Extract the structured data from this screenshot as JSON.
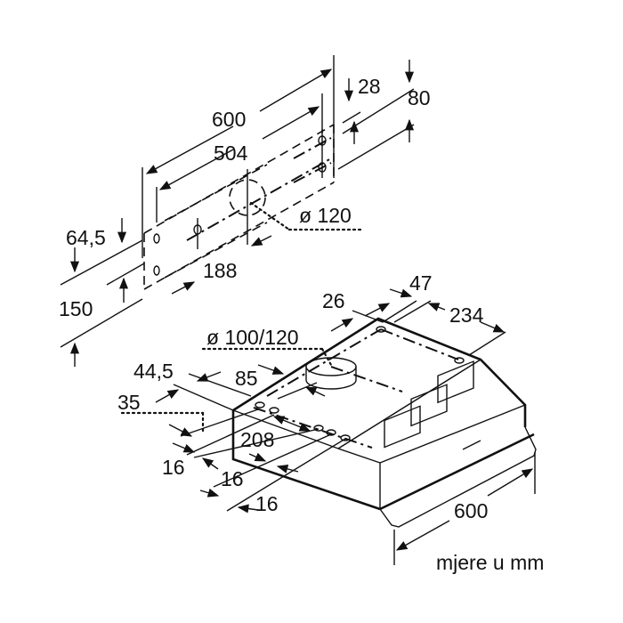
{
  "figure": {
    "subject": "cooker hood installation dimensions",
    "units_note": "mjere u mm"
  },
  "wall_bracket": {
    "dimensions": {
      "width_total": "600",
      "hole_spacing": "504",
      "offset_top": "28",
      "height_right": "80",
      "offset_left": "64,5",
      "height_left": "150",
      "center_offset": "188",
      "duct_diameter": "ø 120"
    }
  },
  "hood": {
    "dimensions": {
      "top_offset_a": "26",
      "top_offset_b": "47",
      "depth": "234",
      "outlet_diameter": "ø 100/120",
      "front_offset": "44,5",
      "outlet_offset": "85",
      "side_offset": "35",
      "hole_spacing": "208",
      "spacing_1": "16",
      "spacing_2": "16",
      "spacing_3": "16",
      "width": "600"
    }
  }
}
